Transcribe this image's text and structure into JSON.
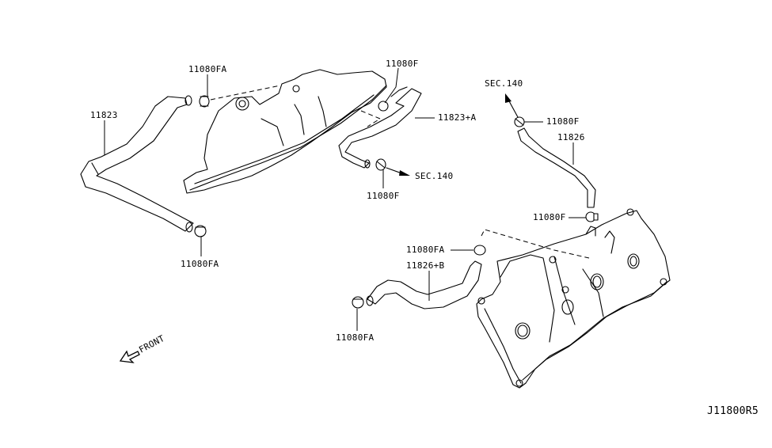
{
  "diagram": {
    "id": "J11800R5",
    "front_label": "FRONT",
    "callouts": [
      {
        "key": "c1",
        "text": "11080FA"
      },
      {
        "key": "c2",
        "text": "11823"
      },
      {
        "key": "c3",
        "text": "11080FA"
      },
      {
        "key": "c4",
        "text": "11080F"
      },
      {
        "key": "c5",
        "text": "11823+A"
      },
      {
        "key": "c6",
        "text": "11080F"
      },
      {
        "key": "c7",
        "text": "SEC.140"
      },
      {
        "key": "c8",
        "text": "SEC.140"
      },
      {
        "key": "c9",
        "text": "11080F"
      },
      {
        "key": "c10",
        "text": "11826"
      },
      {
        "key": "c11",
        "text": "11080F"
      },
      {
        "key": "c12",
        "text": "11080FA"
      },
      {
        "key": "c13",
        "text": "11826+B"
      },
      {
        "key": "c14",
        "text": "11080FA"
      }
    ]
  }
}
